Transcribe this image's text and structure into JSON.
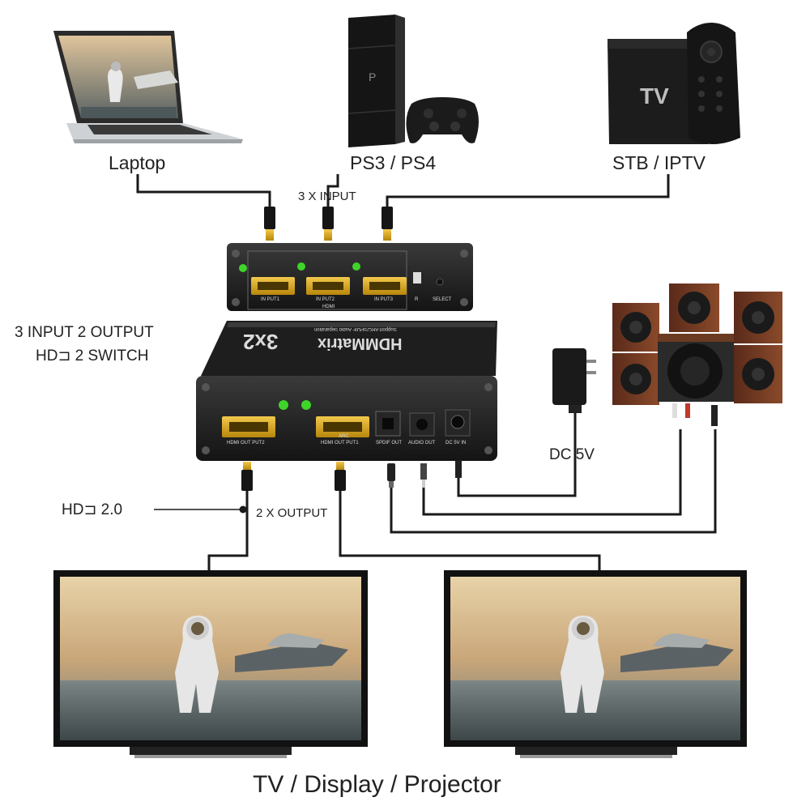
{
  "sources": {
    "laptop": "Laptop",
    "ps": "PS3 / PS4",
    "stb": "STB / IPTV",
    "stb_box_text": "TV"
  },
  "labels": {
    "three_input": "3 X INPUT",
    "switch_line1": "3 INPUT 2 OUTPUT",
    "switch_line2_prefix": "HD",
    "switch_line2_suffix": "SWITCH",
    "dc": "DC 5V",
    "hdmi_version_prefix": "HD",
    "hdmi_version": "2.0",
    "two_output": "2 X OUTPUT",
    "displays": "TV / Display / Projector"
  },
  "device": {
    "brand": "HDMMatrix",
    "model": "3x2",
    "tagline": "Support ARC/SPDIF Audio Separation",
    "inputs": [
      "IN PUT1",
      "IN PUT2",
      "IN PUT3"
    ],
    "hdmi_badge": "HDMI",
    "r_label": "R",
    "select_label": "SELECT",
    "out2": "HDMI OUT PUT2",
    "arc": "ARC",
    "out1": "HDMI OUT PUT1",
    "spdif": "SPDIF OUT",
    "audio_out": "AUDIO OUT",
    "dc_in": "DC 5V IN"
  },
  "colors": {
    "cable": "#1a1a1a",
    "device_body": "#202020",
    "port_gold": "#d9a400",
    "led_green": "#3fd42a"
  }
}
